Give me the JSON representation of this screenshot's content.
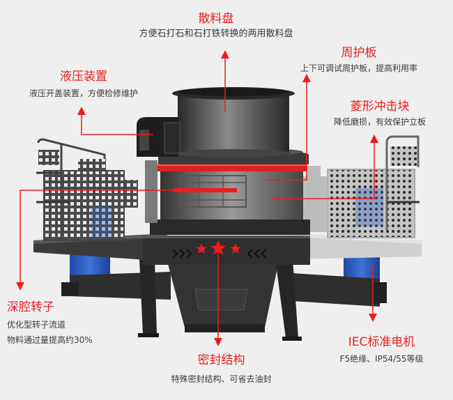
{
  "colors": {
    "background": "#efefef",
    "accent_red": "#ee1c1c",
    "text_dark": "#3a3a3a",
    "motor_blue": "#2f5fc4",
    "steel_dark": "#2b2b2b",
    "steel_light": "#c8c8c8"
  },
  "callouts": [
    {
      "id": "distribution-plate",
      "title": "散料盘",
      "desc": [
        "方便石打石和石打铁转换的两用散料盘"
      ]
    },
    {
      "id": "peripheral-guard",
      "title": "周护板",
      "desc": [
        "上下可调试周护板，提高利用率"
      ]
    },
    {
      "id": "hydraulic-device",
      "title": "液压装置",
      "desc": [
        "液压开盖装置，方便检修维护"
      ]
    },
    {
      "id": "diamond-impact-block",
      "title": "菱形冲击块",
      "desc": [
        "降低磨损，有效保护立板"
      ]
    },
    {
      "id": "deep-cavity-rotor",
      "title": "深腔转子",
      "desc": [
        "优化型转子流道",
        "物料通过量提高约30%"
      ]
    },
    {
      "id": "iec-motor",
      "title": "IEC标准电机",
      "desc": [
        "F5绝缘、IP54/55等级"
      ]
    },
    {
      "id": "seal-structure",
      "title": "密封结构",
      "desc": [
        "特殊密封结构、可省去油封"
      ]
    }
  ],
  "illustration": {
    "subject": "vertical-shaft-impact-sand-maker",
    "decor_marks": [
      "★",
      "★",
      "★"
    ]
  }
}
